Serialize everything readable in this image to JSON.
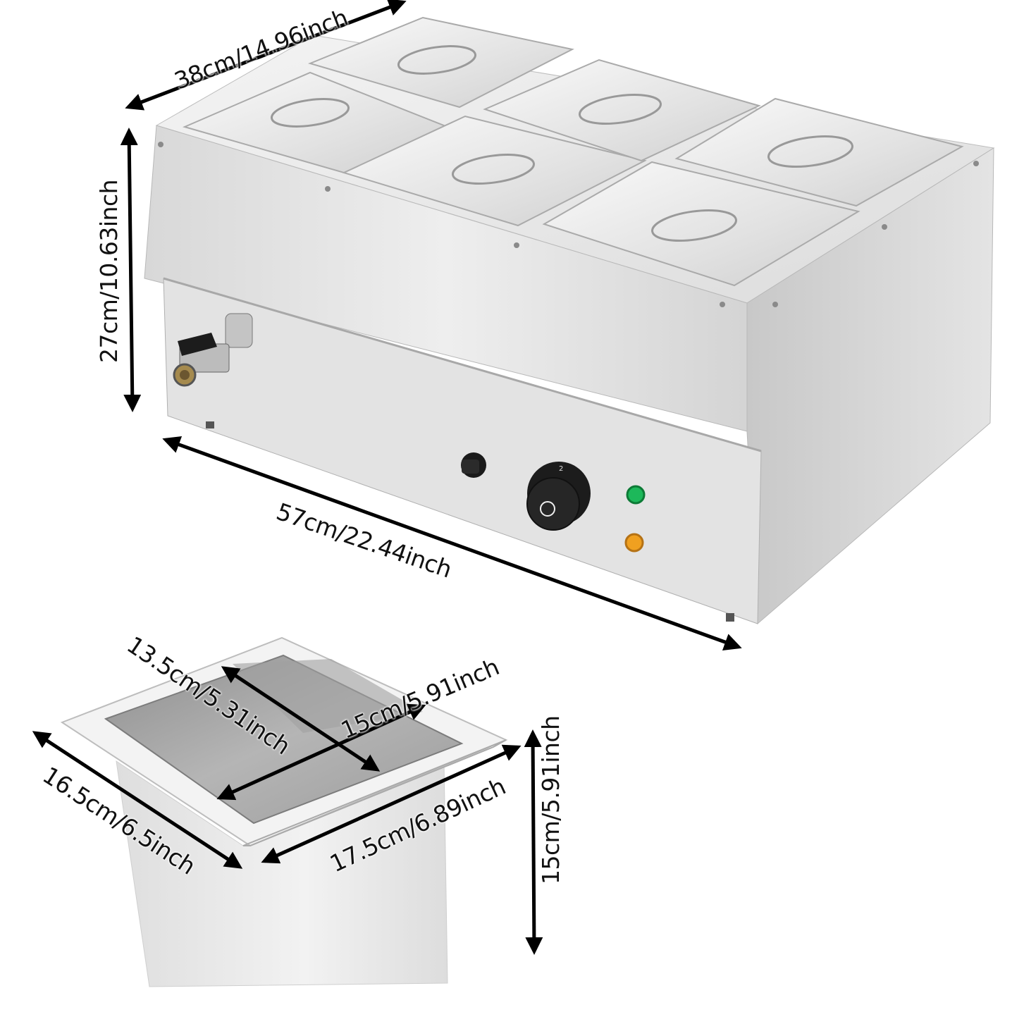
{
  "product": {
    "name": "6-pan stainless steel food warmer (bain-marie)",
    "pan_count": 6,
    "controls": {
      "thermostat_knob": "thermostat-knob",
      "power_switch": "power-switch",
      "indicator_lights": [
        {
          "name": "power-light",
          "color": "#1db85a"
        },
        {
          "name": "heating-light",
          "color": "#f0a020"
        }
      ],
      "drain_valve": "drain-valve"
    }
  },
  "dimensions": {
    "unit_depth": "38cm/14.96inch",
    "unit_height": "27cm/10.63inch",
    "unit_width": "57cm/22.44inch",
    "pan_inner_depth_diag": "13.5cm/5.31inch",
    "pan_inner_width": "15cm/5.91inch",
    "pan_outer_depth": "16.5cm/6.5inch",
    "pan_outer_width": "17.5cm/6.89inch",
    "pan_height": "15cm/5.91inch"
  },
  "colors": {
    "steel_light": "#e6e6e6",
    "steel_mid": "#c9c9c9",
    "steel_dark": "#a9a9a9",
    "arrow": "#000000"
  }
}
